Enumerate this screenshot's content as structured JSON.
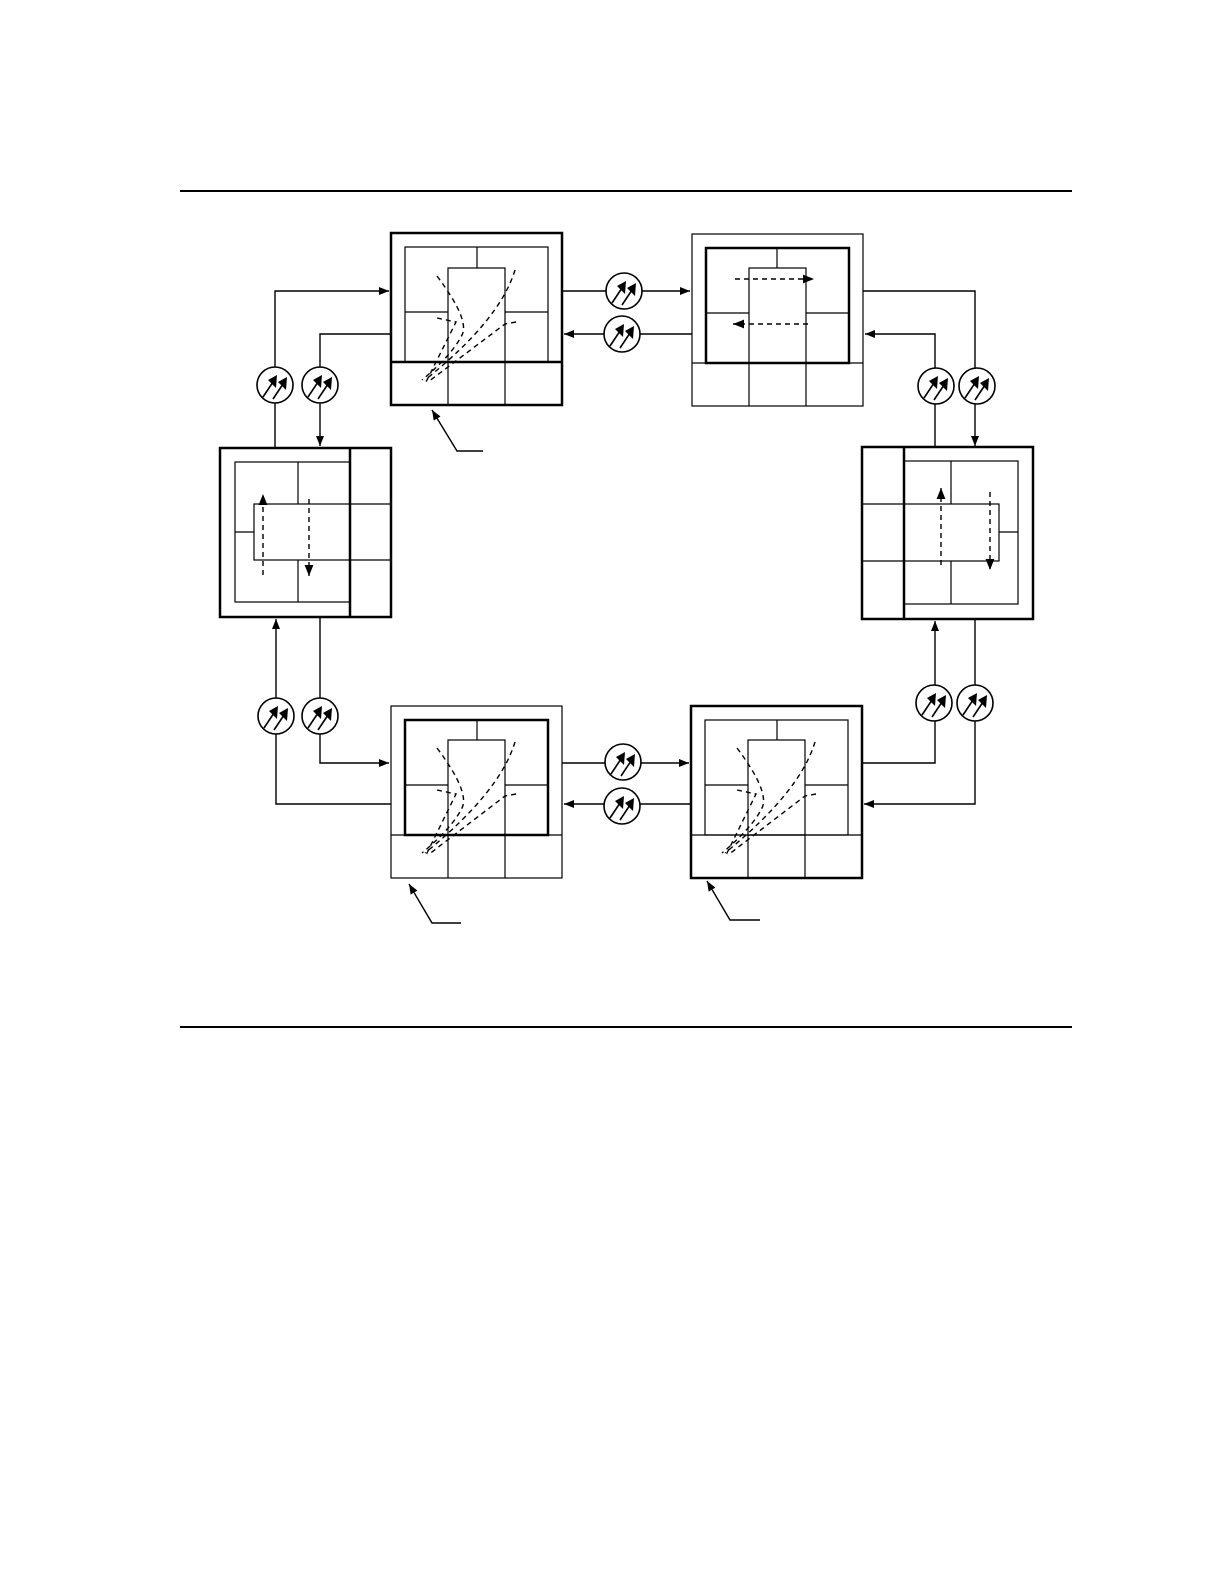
{
  "figure": {
    "title": "",
    "caption": "",
    "colors": {
      "ink": "#000000",
      "paper": "#ffffff"
    },
    "nodes": [
      {
        "id": "node-top-left",
        "type": "add-drop-node",
        "fabric": "diagonal-dashed-paths"
      },
      {
        "id": "node-top-right",
        "type": "pass-through-node",
        "fabric": "horizontal-dashed-arrows"
      },
      {
        "id": "node-left",
        "type": "pass-through-node",
        "fabric": "vertical-dashed-arrows"
      },
      {
        "id": "node-right",
        "type": "pass-through-node",
        "fabric": "vertical-dashed-arrows"
      },
      {
        "id": "node-bottom-left",
        "type": "add-drop-node",
        "fabric": "diagonal-dashed-paths"
      },
      {
        "id": "node-bottom-right",
        "type": "add-drop-node",
        "fabric": "diagonal-dashed-paths"
      }
    ],
    "amplifier_icon": "double-arrow-amplifier-icon",
    "amplifier_count": 12,
    "callout_count": 3
  }
}
